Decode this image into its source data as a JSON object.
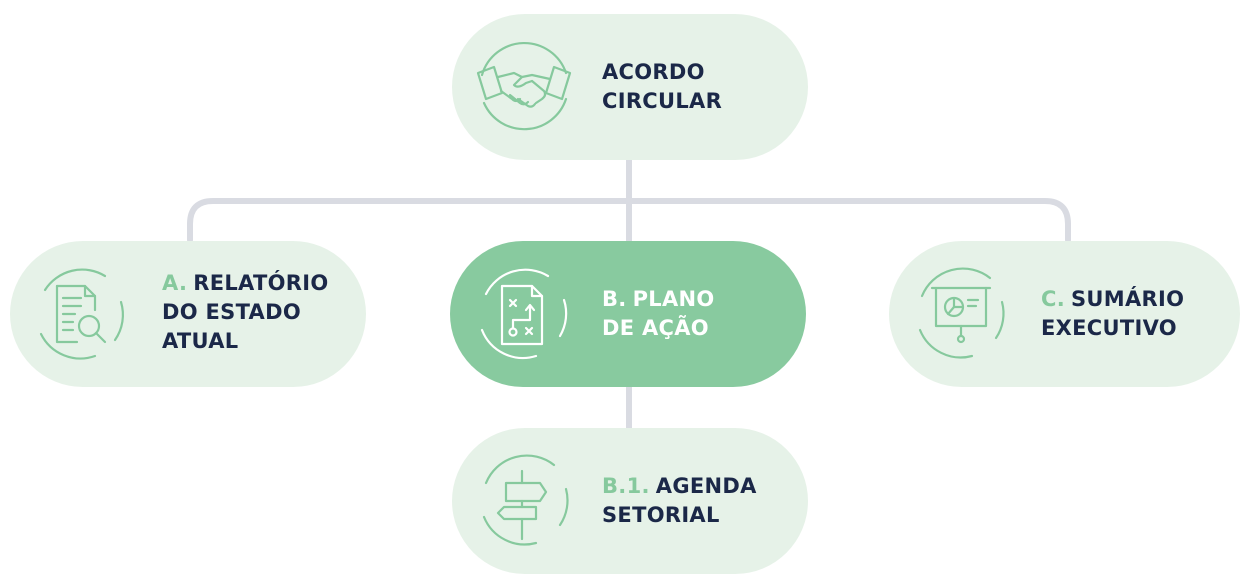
{
  "diagram": {
    "root": {
      "lines": [
        "ACORDO",
        "CIRCULAR"
      ],
      "icon": "handshake-icon"
    },
    "node_a": {
      "prefix": "A.",
      "lines": [
        "RELATÓRIO",
        "DO ESTADO",
        "ATUAL"
      ],
      "icon": "document-search-icon"
    },
    "node_b": {
      "prefix": "B.",
      "lines": [
        "PLANO",
        "DE AÇÃO"
      ],
      "icon": "action-plan-icon"
    },
    "node_c": {
      "prefix": "C.",
      "lines": [
        "SUMÁRIO",
        "EXECUTIVO"
      ],
      "icon": "presentation-chart-icon"
    },
    "node_b1": {
      "prefix": "B.1.",
      "lines": [
        "AGENDA",
        "SETORIAL"
      ],
      "icon": "signpost-icon"
    },
    "colors": {
      "node_fill": "#e6f2e8",
      "active_fill": "#88ca9f",
      "accent": "#86c99d",
      "text": "#1b2848",
      "connector": "#d9dbe2"
    }
  }
}
